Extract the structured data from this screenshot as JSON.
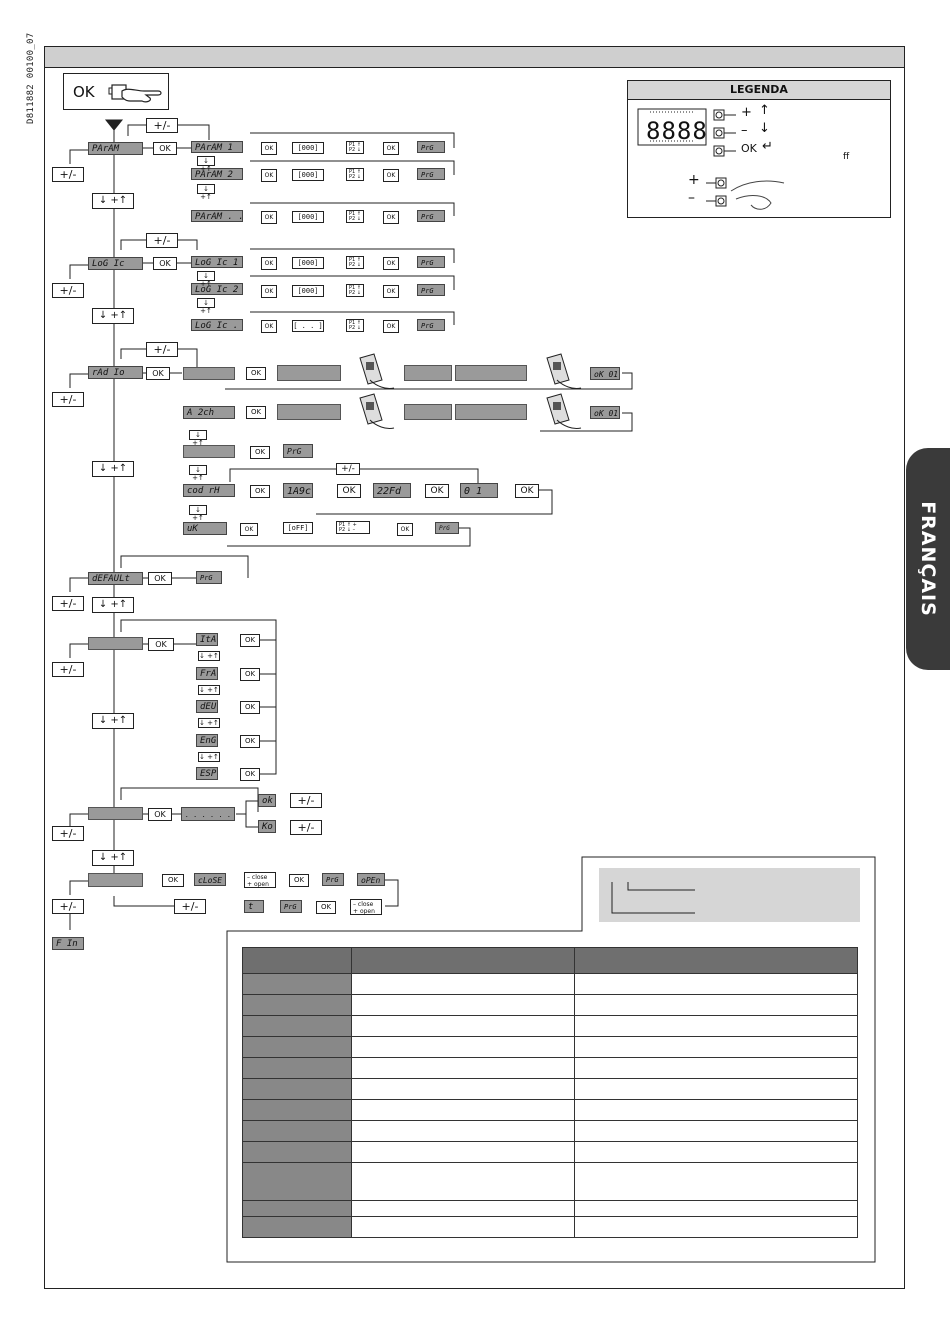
{
  "document_id": "D811882 00100_07",
  "start_box": {
    "ok_label": "OK",
    "icon": "hand-pointer-icon"
  },
  "legend": {
    "title": "LEGENDA",
    "display": "8888",
    "rows": [
      {
        "sign": "+",
        "arrow": "↑"
      },
      {
        "sign": "–",
        "arrow": "↓"
      },
      {
        "sign": "OK",
        "arrow": "↵"
      }
    ],
    "note": "ff",
    "press_plus": "+",
    "press_minus": "–"
  },
  "side_tab": "FRANÇAIS",
  "common": {
    "ok": "OK",
    "plus_minus": "+/-",
    "down_up": "↓ +↑",
    "prg": "PrG",
    "value": "[000]"
  },
  "menu": {
    "param": {
      "label": "PArAM",
      "items": [
        "PArAM 1",
        "PArAM 2",
        "PArAM . . ."
      ]
    },
    "logic": {
      "label": "LoG Ic",
      "items": [
        "LoG Ic 1",
        "LoG Ic 2",
        "LoG Ic . . ."
      ],
      "last_value": "[ . . ]"
    },
    "radio": {
      "label": "rAd Io",
      "row2": "A 2ch",
      "result": "oK 01",
      "cod_label": "cod rH",
      "cod_values": [
        "1A9c",
        "22Fd",
        "0 1"
      ],
      "uk": "uK",
      "off": "[oFF]"
    },
    "default": {
      "label": "dEFAULt"
    },
    "languages": [
      "ItA",
      "FrA",
      "dEU",
      "EnG",
      "ESP"
    ],
    "autoset": {
      "dots": ". . .     . . .",
      "ok": "ok",
      "ko": "Ko"
    },
    "stats": {
      "close_seq": [
        "cLoSE",
        "PrG",
        "oPEn"
      ],
      "back_seq": [
        "PrG",
        "t"
      ],
      "close_word": "close",
      "open_word": "open"
    },
    "end": "F In"
  }
}
